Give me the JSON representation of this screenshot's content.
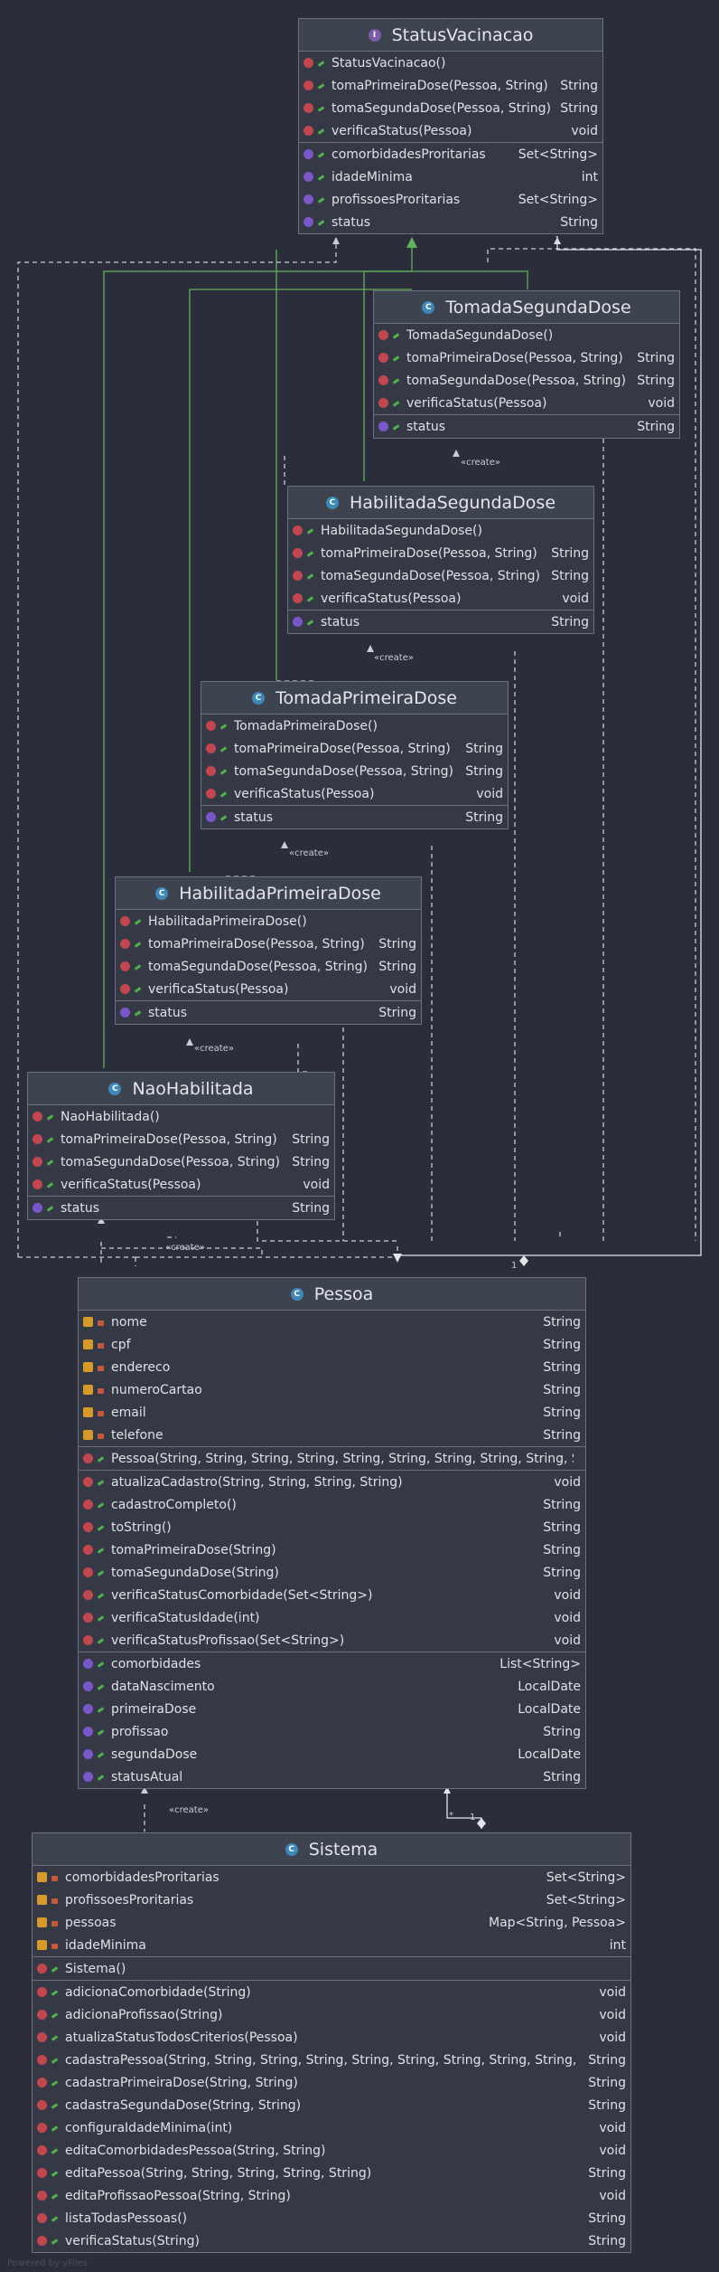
{
  "classes": [
    {
      "id": "statusvacinacao",
      "name": "StatusVacinacao",
      "kind": "interface",
      "methods": [
        [
          "m",
          "pub",
          "StatusVacinacao()",
          ""
        ],
        [
          "m",
          "pub",
          "tomaPrimeiraDose(Pessoa, String)",
          "String"
        ],
        [
          "m",
          "pub",
          "tomaSegundaDose(Pessoa, String)",
          "String"
        ],
        [
          "m",
          "pub",
          "verificaStatus(Pessoa)",
          "void"
        ]
      ],
      "props": [
        [
          "p",
          "pub",
          "comorbidadesProritarias",
          "Set<String>"
        ],
        [
          "p",
          "pub",
          "idadeMinima",
          "int"
        ],
        [
          "p",
          "pub",
          "profissoesProritarias",
          "Set<String>"
        ],
        [
          "p",
          "pub",
          "status",
          "String"
        ]
      ]
    },
    {
      "id": "tomadasegundadose",
      "name": "TomadaSegundaDose",
      "kind": "class",
      "methods": [
        [
          "m",
          "pub",
          "TomadaSegundaDose()",
          ""
        ],
        [
          "m",
          "pub",
          "tomaPrimeiraDose(Pessoa, String)",
          "String"
        ],
        [
          "m",
          "pub",
          "tomaSegundaDose(Pessoa, String)",
          "String"
        ],
        [
          "m",
          "pub",
          "verificaStatus(Pessoa)",
          "void"
        ]
      ],
      "props": [
        [
          "p",
          "pub",
          "status",
          "String"
        ]
      ]
    },
    {
      "id": "habilitadasegundadose",
      "name": "HabilitadaSegundaDose",
      "kind": "class",
      "methods": [
        [
          "m",
          "pub",
          "HabilitadaSegundaDose()",
          ""
        ],
        [
          "m",
          "pub",
          "tomaPrimeiraDose(Pessoa, String)",
          "String"
        ],
        [
          "m",
          "pub",
          "tomaSegundaDose(Pessoa, String)",
          "String"
        ],
        [
          "m",
          "pub",
          "verificaStatus(Pessoa)",
          "void"
        ]
      ],
      "props": [
        [
          "p",
          "pub",
          "status",
          "String"
        ]
      ]
    },
    {
      "id": "tomadaprimeiradose",
      "name": "TomadaPrimeiraDose",
      "kind": "class",
      "methods": [
        [
          "m",
          "pub",
          "TomadaPrimeiraDose()",
          ""
        ],
        [
          "m",
          "pub",
          "tomaPrimeiraDose(Pessoa, String)",
          "String"
        ],
        [
          "m",
          "pub",
          "tomaSegundaDose(Pessoa, String)",
          "String"
        ],
        [
          "m",
          "pub",
          "verificaStatus(Pessoa)",
          "void"
        ]
      ],
      "props": [
        [
          "p",
          "pub",
          "status",
          "String"
        ]
      ]
    },
    {
      "id": "habilitadaprimeiradose",
      "name": "HabilitadaPrimeiraDose",
      "kind": "class",
      "methods": [
        [
          "m",
          "pub",
          "HabilitadaPrimeiraDose()",
          ""
        ],
        [
          "m",
          "pub",
          "tomaPrimeiraDose(Pessoa, String)",
          "String"
        ],
        [
          "m",
          "pub",
          "tomaSegundaDose(Pessoa, String)",
          "String"
        ],
        [
          "m",
          "pub",
          "verificaStatus(Pessoa)",
          "void"
        ]
      ],
      "props": [
        [
          "p",
          "pub",
          "status",
          "String"
        ]
      ]
    },
    {
      "id": "naohabilitada",
      "name": "NaoHabilitada",
      "kind": "class",
      "methods": [
        [
          "m",
          "pub",
          "NaoHabilitada()",
          ""
        ],
        [
          "m",
          "pub",
          "tomaPrimeiraDose(Pessoa, String)",
          "String"
        ],
        [
          "m",
          "pub",
          "tomaSegundaDose(Pessoa, String)",
          "String"
        ],
        [
          "m",
          "pub",
          "verificaStatus(Pessoa)",
          "void"
        ]
      ],
      "props": [
        [
          "p",
          "pub",
          "status",
          "String"
        ]
      ]
    },
    {
      "id": "pessoa",
      "name": "Pessoa",
      "kind": "class",
      "fields": [
        [
          "f",
          "priv",
          "nome",
          "String"
        ],
        [
          "f",
          "priv",
          "cpf",
          "String"
        ],
        [
          "f",
          "priv",
          "endereco",
          "String"
        ],
        [
          "f",
          "priv",
          "numeroCartao",
          "String"
        ],
        [
          "f",
          "priv",
          "email",
          "String"
        ],
        [
          "f",
          "priv",
          "telefone",
          "String"
        ]
      ],
      "ctors": [
        [
          "m",
          "pub",
          "Pessoa(String, String, String, String, String, String, String, String, String, String)",
          ""
        ]
      ],
      "methods": [
        [
          "m",
          "pub",
          "atualizaCadastro(String, String, String, String)",
          "void"
        ],
        [
          "m",
          "pub",
          "cadastroCompleto()",
          "String"
        ],
        [
          "m",
          "pub",
          "toString()",
          "String"
        ],
        [
          "m",
          "pub",
          "tomaPrimeiraDose(String)",
          "String"
        ],
        [
          "m",
          "pub",
          "tomaSegundaDose(String)",
          "String"
        ],
        [
          "m",
          "pub",
          "verificaStatusComorbidade(Set<String>)",
          "void"
        ],
        [
          "m",
          "pub",
          "verificaStatusIdade(int)",
          "void"
        ],
        [
          "m",
          "pub",
          "verificaStatusProfissao(Set<String>)",
          "void"
        ]
      ],
      "props": [
        [
          "p",
          "pub",
          "comorbidades",
          "List<String>"
        ],
        [
          "p",
          "pub",
          "dataNascimento",
          "LocalDate"
        ],
        [
          "p",
          "pub",
          "primeiraDose",
          "LocalDate"
        ],
        [
          "p",
          "pub",
          "profissao",
          "String"
        ],
        [
          "p",
          "pub",
          "segundaDose",
          "LocalDate"
        ],
        [
          "p",
          "pub",
          "statusAtual",
          "String"
        ]
      ]
    },
    {
      "id": "sistema",
      "name": "Sistema",
      "kind": "class",
      "fields": [
        [
          "f",
          "priv",
          "comorbidadesProritarias",
          "Set<String>"
        ],
        [
          "f",
          "priv",
          "profissoesProritarias",
          "Set<String>"
        ],
        [
          "f",
          "priv",
          "pessoas",
          "Map<String, Pessoa>"
        ],
        [
          "f",
          "priv",
          "idadeMinima",
          "int"
        ]
      ],
      "ctors": [
        [
          "m",
          "pub",
          "Sistema()",
          ""
        ]
      ],
      "methods": [
        [
          "m",
          "pub",
          "adicionaComorbidade(String)",
          "void"
        ],
        [
          "m",
          "pub",
          "adicionaProfissao(String)",
          "void"
        ],
        [
          "m",
          "pub",
          "atualizaStatusTodosCriterios(Pessoa)",
          "void"
        ],
        [
          "m",
          "pub",
          "cadastraPessoa(String, String, String, String, String, String, String, String, String, String)",
          "String"
        ],
        [
          "m",
          "pub",
          "cadastraPrimeiraDose(String, String)",
          "String"
        ],
        [
          "m",
          "pub",
          "cadastraSegundaDose(String, String)",
          "String"
        ],
        [
          "m",
          "pub",
          "configuraIdadeMinima(int)",
          "void"
        ],
        [
          "m",
          "pub",
          "editaComorbidadesPessoa(String, String)",
          "void"
        ],
        [
          "m",
          "pub",
          "editaPessoa(String, String, String, String, String)",
          "String"
        ],
        [
          "m",
          "pub",
          "editaProfissaoPessoa(String, String)",
          "void"
        ],
        [
          "m",
          "pub",
          "listaTodasPessoas()",
          "String"
        ],
        [
          "m",
          "pub",
          "verificaStatus(String)",
          "String"
        ]
      ]
    }
  ],
  "labels": {
    "create": "«create»",
    "one": "1",
    "many": "*"
  },
  "footer": "Powered by yFiles"
}
